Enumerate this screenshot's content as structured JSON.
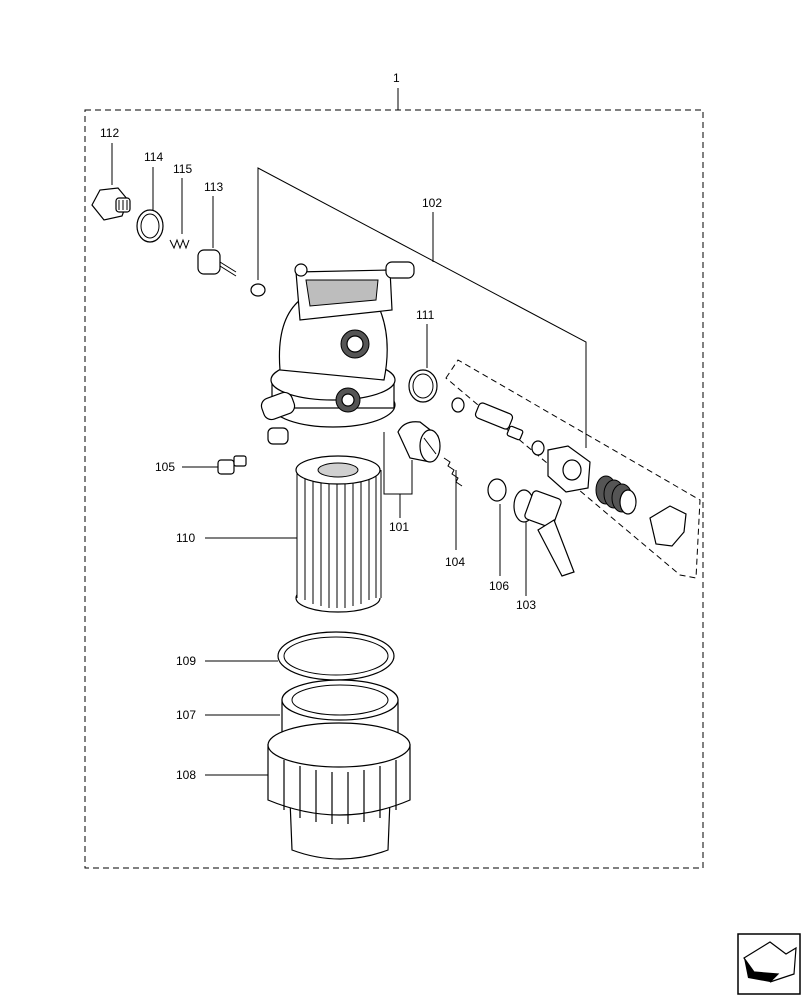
{
  "callouts": {
    "c1": "1",
    "c101": "101",
    "c102": "102",
    "c103": "103",
    "c104": "104",
    "c105": "105",
    "c106": "106",
    "c107": "107",
    "c108": "108",
    "c109": "109",
    "c110": "110",
    "c111": "111",
    "c112": "112",
    "c113": "113",
    "c114": "114",
    "c115": "115"
  },
  "nav_icon": "next-page-arrow-icon"
}
